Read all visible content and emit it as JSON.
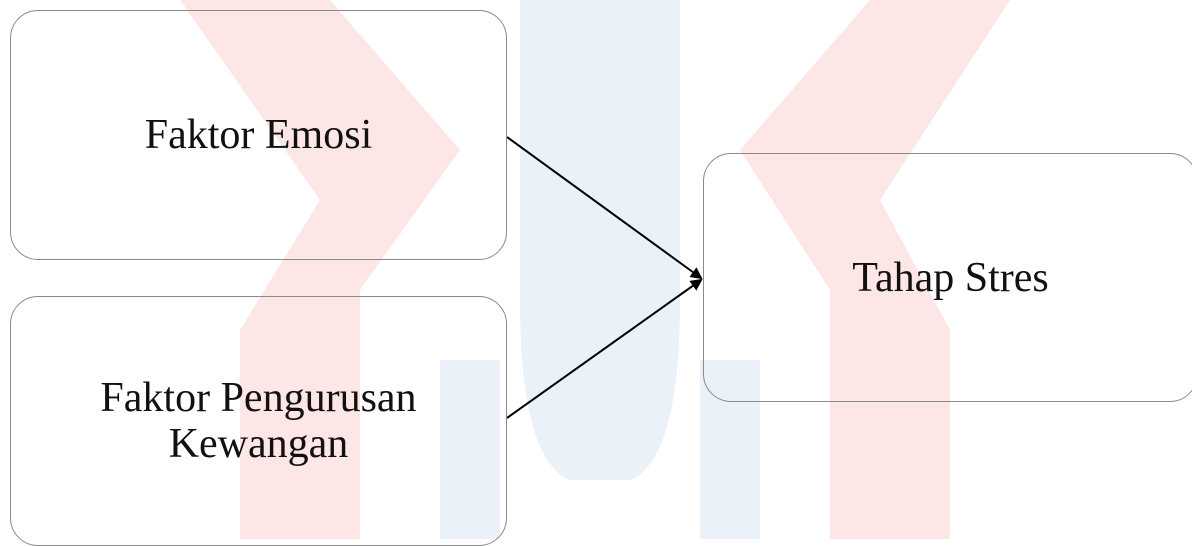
{
  "diagram": {
    "nodes": [
      {
        "id": "emosi",
        "label": "Faktor Emosi"
      },
      {
        "id": "kewangan",
        "label": "Faktor Pengurusan\nKewangan"
      },
      {
        "id": "stres",
        "label": "Tahap Stres"
      }
    ],
    "edges": [
      {
        "from": "emosi",
        "to": "stres"
      },
      {
        "from": "kewangan",
        "to": "stres"
      }
    ]
  },
  "colors": {
    "box_border": "#8a8a8a",
    "text": "#111111",
    "arrow": "#000000",
    "watermark_red": "#fde5e5",
    "watermark_blue": "#e9f0f8"
  }
}
